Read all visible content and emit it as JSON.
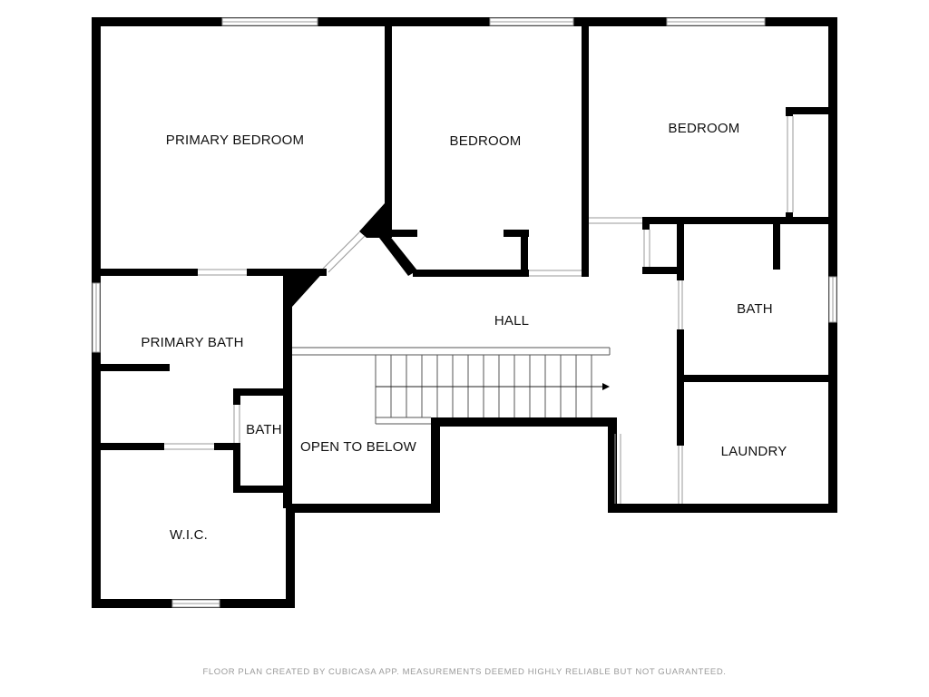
{
  "rooms": {
    "primary_bedroom": "PRIMARY BEDROOM",
    "bedroom_center": "BEDROOM",
    "bedroom_right": "BEDROOM",
    "hall": "HALL",
    "bath_right": "BATH",
    "primary_bath": "PRIMARY BATH",
    "bath_small": "BATH",
    "open_to_below": "OPEN TO BELOW",
    "laundry": "LAUNDRY",
    "wic": "W.I.C."
  },
  "footer": "FLOOR PLAN CREATED BY CUBICASA APP. MEASUREMENTS DEEMED HIGHLY RELIABLE BUT NOT GUARANTEED.",
  "colors": {
    "wall": "#000000",
    "background": "#ffffff",
    "footer_text": "#9a9a9a"
  }
}
